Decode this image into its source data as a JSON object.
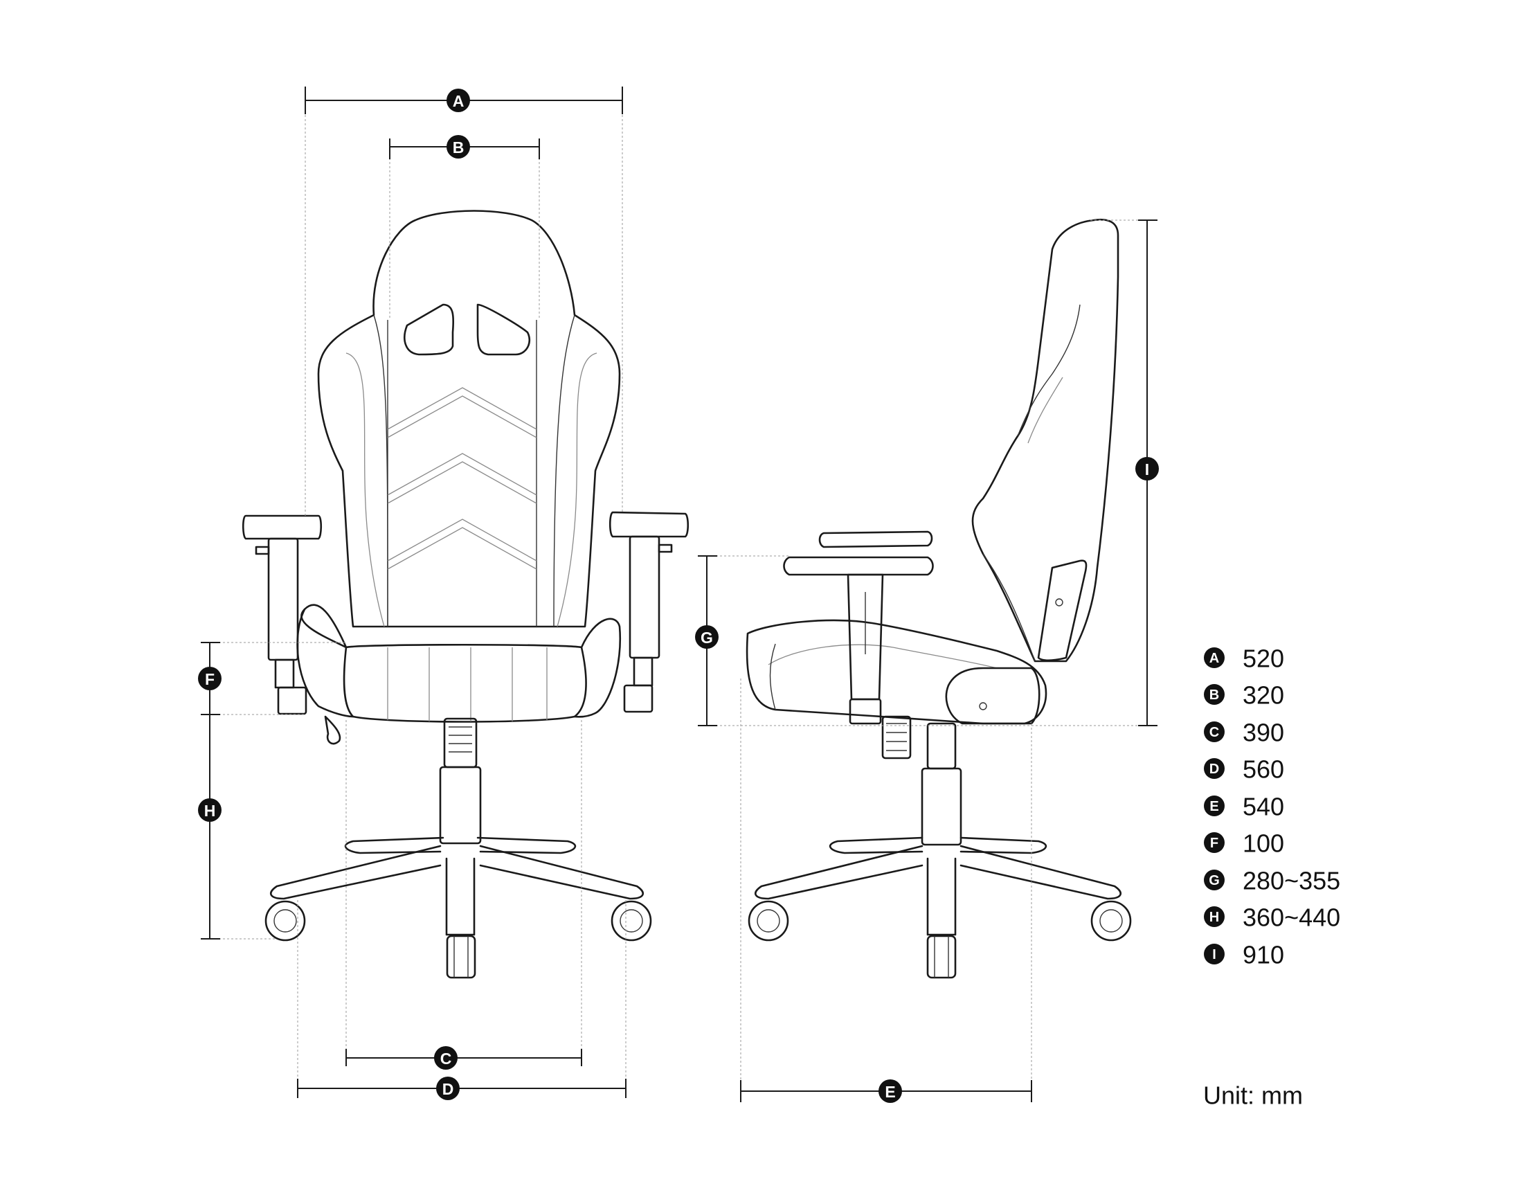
{
  "dimension_labels": [
    "A",
    "B",
    "C",
    "D",
    "E",
    "F",
    "G",
    "H",
    "I"
  ],
  "legend": [
    {
      "key": "A",
      "value": "520"
    },
    {
      "key": "B",
      "value": "320"
    },
    {
      "key": "C",
      "value": "390"
    },
    {
      "key": "D",
      "value": "560"
    },
    {
      "key": "E",
      "value": "540"
    },
    {
      "key": "F",
      "value": "100"
    },
    {
      "key": "G",
      "value": "280~355"
    },
    {
      "key": "H",
      "value": "360~440"
    },
    {
      "key": "I",
      "value": "910"
    }
  ],
  "unit_label": "Unit: mm"
}
